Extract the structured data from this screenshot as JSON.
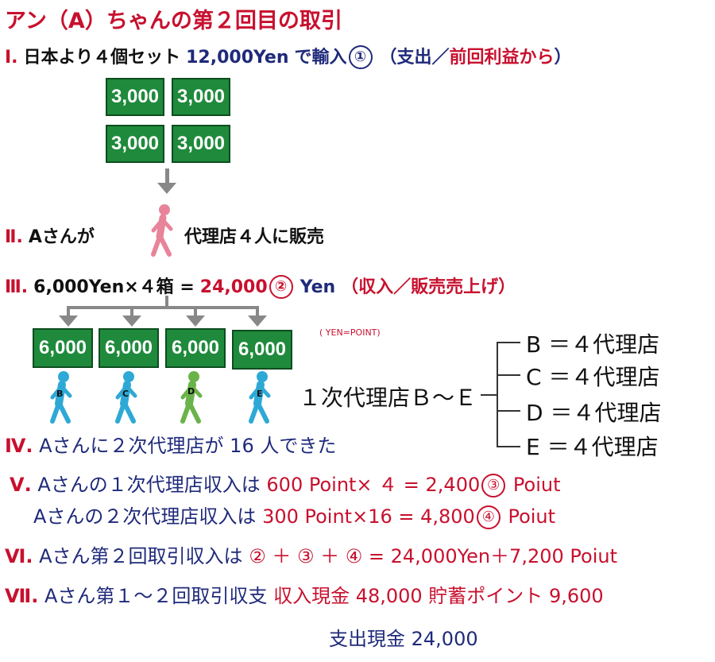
{
  "title": "アン（A）ちゃんの第２回目の取引",
  "step1": {
    "num": "Ⅰ.",
    "text": "日本より４個セット",
    "amount": "12,000Yen",
    "verb": "で輸入",
    "circle": "①",
    "paren": "（支出／",
    "paren_red": "前回利益から",
    "paren_end": "）"
  },
  "boxes_top": [
    "3,000",
    "3,000",
    "3,000",
    "3,000"
  ],
  "step2": {
    "num": "Ⅱ.",
    "text_a": "Aさんが",
    "text_b": "代理店４人に販売"
  },
  "step3": {
    "num": "Ⅲ.",
    "text": "6,000Yen×４箱 =",
    "amount": "24,000",
    "circle": "②",
    "unit": "Yen",
    "paren": "（収入／販売売上げ）"
  },
  "boxes_mid": [
    "6,000",
    "6,000",
    "6,000",
    "6,000"
  ],
  "yen_note": "( YEN=POINT)",
  "persons": [
    "B",
    "C",
    "D",
    "E"
  ],
  "first_agents_label": "１次代理店Ｂ～Ｅ",
  "agents_list": [
    "B ＝４代理店",
    "C ＝４代理店",
    "D ＝４代理店",
    "E ＝４代理店"
  ],
  "step4": {
    "num": "Ⅳ.",
    "text": "Aさんに２次代理店が 16 人できた"
  },
  "step5": {
    "num": "Ⅴ.",
    "line1_text": "Aさんの１次代理店収入は",
    "line1_amount": "600 Point× ４ = 2,400",
    "line1_circle": "③",
    "line1_unit": "Poiut",
    "line2_text": "Aさんの２次代理店収入は",
    "line2_amount": "300 Point×16 = 4,800",
    "line2_circle": "④",
    "line2_unit": "Poiut"
  },
  "step6": {
    "num": "Ⅵ.",
    "text": "Aさん第２回取引収入は",
    "formula": "② ＋ ③ ＋ ④ = 24,000Yen＋7,200 Poiut"
  },
  "step7": {
    "num": "Ⅶ.",
    "text": "Aさん第１～２回取引収支",
    "income": "収入現金 48,000 貯蓄ポイント 9,600",
    "expense": "支出現金 24,000"
  },
  "colors": {
    "red": "#c8102e",
    "navy": "#1f2a7a",
    "green_box": "#1f8a3c",
    "person_pink": "#e8849a",
    "person_blue": "#2ea9d6",
    "person_green": "#6ab34a",
    "arrow_gray": "#888888"
  }
}
